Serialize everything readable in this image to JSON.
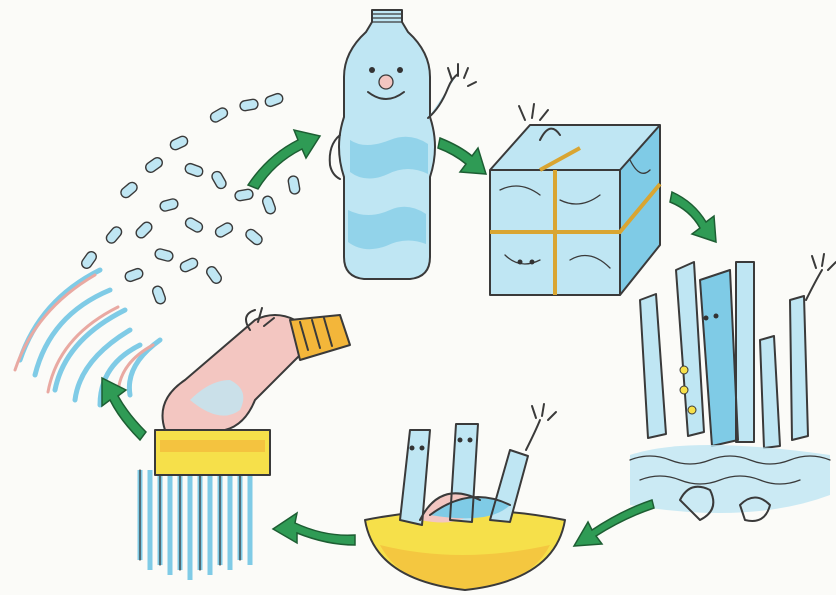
{
  "colors": {
    "background": "#fbfbf8",
    "arrow": "#2f9b55",
    "plastic": "#bfe6f3",
    "plastic_shade": "#7fcbe6",
    "warm_tint": "#f3c6c1",
    "band": "#f6e04a"
  },
  "stages": [
    "bottle",
    "compressed-bale",
    "shredded-strips",
    "melting-pot",
    "extruder",
    "pellets"
  ],
  "arrow_count": 6
}
